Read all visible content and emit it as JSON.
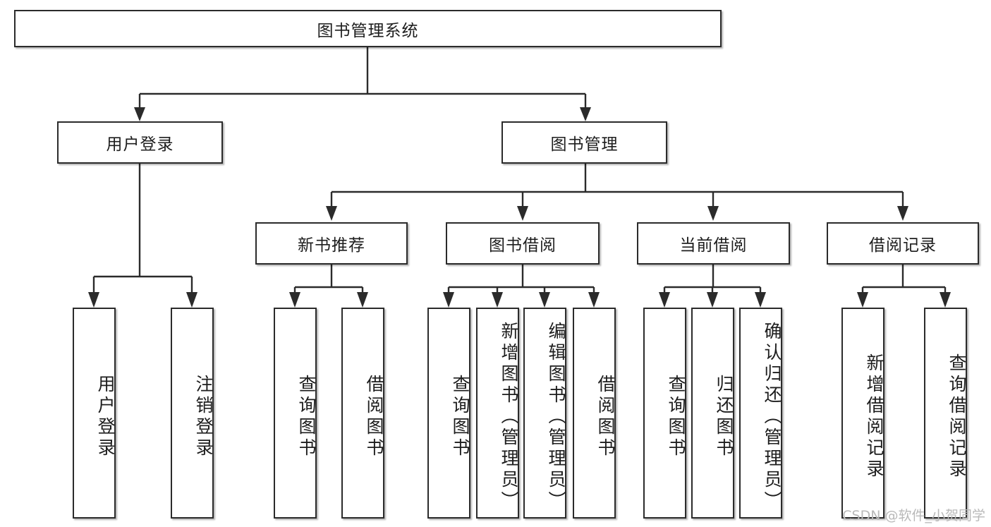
{
  "diagram": {
    "type": "tree",
    "title_node": {
      "label": "图书管理系统"
    },
    "level2": [
      {
        "label": "用户登录"
      },
      {
        "label": "图书管理"
      }
    ],
    "level3": [
      {
        "label": "新书推荐"
      },
      {
        "label": "图书借阅"
      },
      {
        "label": "当前借阅"
      },
      {
        "label": "借阅记录"
      }
    ],
    "leaves": [
      {
        "label": "用户登录"
      },
      {
        "label": "注销登录"
      },
      {
        "label": "查询图书"
      },
      {
        "label": "借阅图书"
      },
      {
        "label": "查询图书"
      },
      {
        "label": "新增图书（管理员）"
      },
      {
        "label": "编辑图书（管理员）"
      },
      {
        "label": "借阅图书"
      },
      {
        "label": "查询图书"
      },
      {
        "label": "归还图书"
      },
      {
        "label": "确认归还（管理员）"
      },
      {
        "label": "新增借阅记录"
      },
      {
        "label": "查询借阅记录"
      }
    ]
  },
  "watermark": {
    "text": "CSDN @软件_小贺同学"
  },
  "colors": {
    "stroke": "#2b2b2b",
    "fill": "#ffffff",
    "text": "#1d1d1d",
    "watermark": "#b9b9b9"
  }
}
